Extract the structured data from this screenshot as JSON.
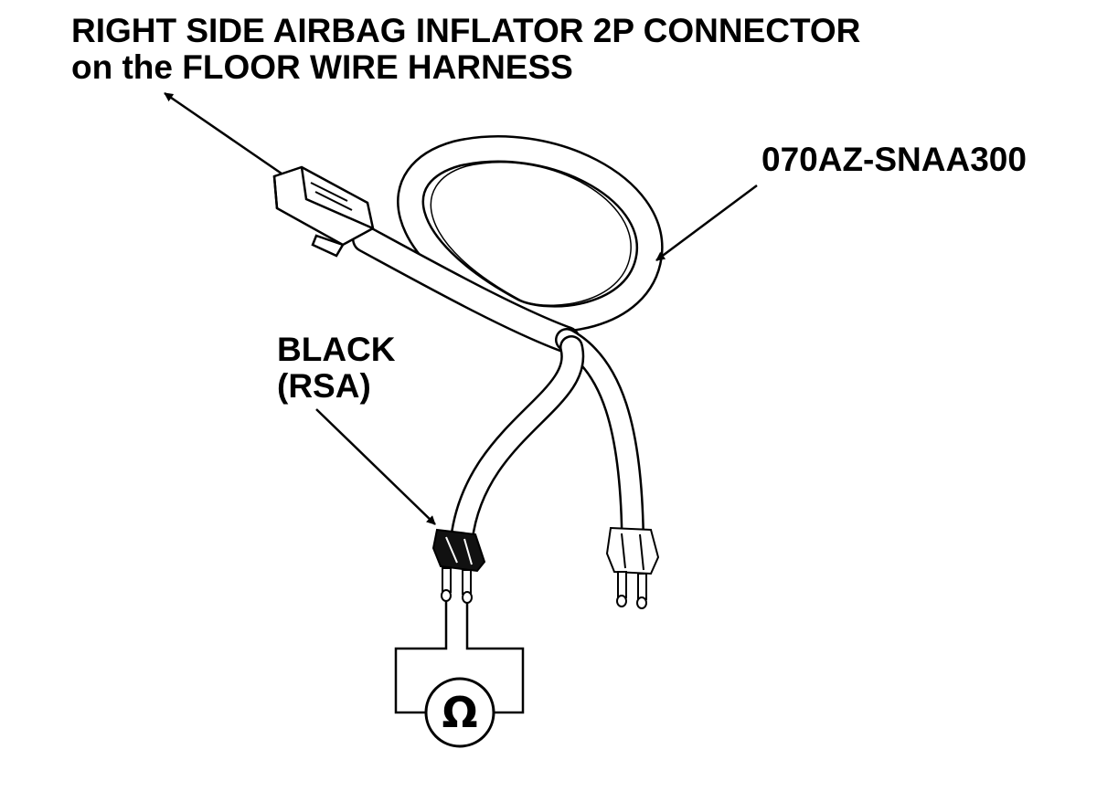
{
  "labels": {
    "connector_line1": "RIGHT SIDE AIRBAG INFLATOR 2P CONNECTOR",
    "connector_line2": "on the FLOOR WIRE HARNESS",
    "tool_part_number": "070AZ-SNAA300",
    "lead_line1": "BLACK",
    "lead_line2": "(RSA)"
  },
  "meter_symbol": "Ω",
  "colors": {
    "ink": "#000000",
    "background": "#ffffff",
    "black_plug": "#111111"
  }
}
